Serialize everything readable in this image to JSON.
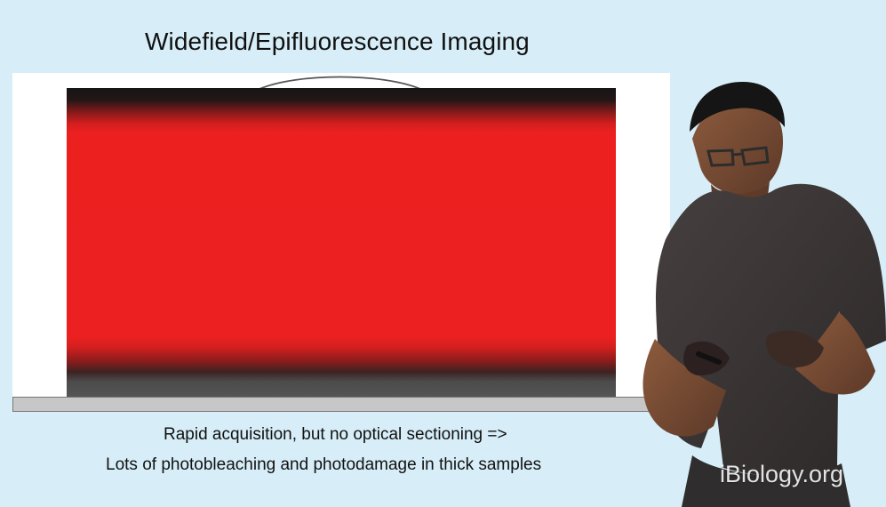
{
  "slide": {
    "title": "Widefield/Epifluorescence Imaging",
    "caption_line_1": "Rapid acquisition, but no optical sectioning =>",
    "caption_line_2": "Lots of photobleaching and photodamage in thick samples"
  },
  "brand": {
    "watermark": "iBiology.org"
  },
  "colors": {
    "background": "#d7eef8",
    "specimen_red": "#ec2020",
    "specimen_dark": "#151515",
    "slide_gray": "#c7c7c7",
    "shirt": "#3a3434",
    "skin": "#7b4f36"
  }
}
